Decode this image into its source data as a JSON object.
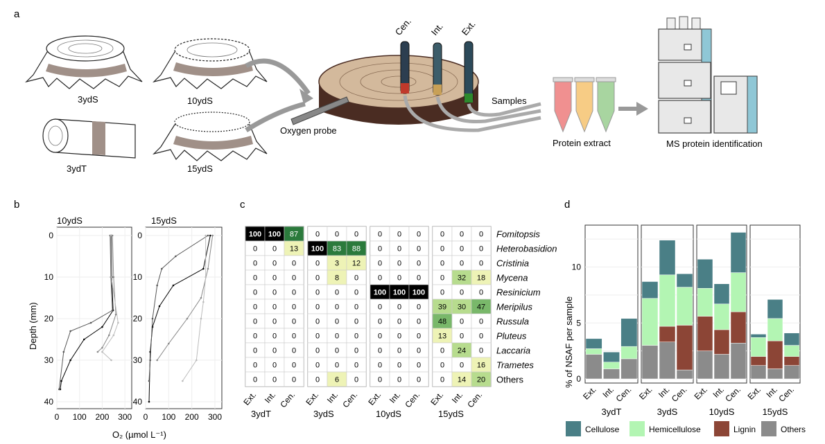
{
  "panels": {
    "a": {
      "letter": "a",
      "stumps": [
        "3ydS",
        "10ydS",
        "3ydT",
        "15ydS"
      ],
      "probe_label": "Oxygen probe",
      "core_labels": [
        "Cen.",
        "Int.",
        "Ext."
      ],
      "samples_label": "Samples",
      "protein_label": "Protein extract",
      "ms_label": "MS protein identification"
    },
    "b": {
      "letter": "b",
      "plot_titles": [
        "10ydS",
        "15ydS"
      ],
      "ylabel": "Depth (mm)",
      "xlabel": "O₂ (µmol L⁻¹)",
      "y_ticks": [
        "0",
        "10",
        "20",
        "30",
        "40"
      ],
      "x_ticks": [
        "0",
        "100",
        "200",
        "300"
      ]
    },
    "c": {
      "letter": "c",
      "groups": [
        "3ydT",
        "3ydS",
        "10ydS",
        "15ydS"
      ],
      "columns": [
        "Ext.",
        "Int.",
        "Cen."
      ]
    },
    "d": {
      "letter": "d",
      "ylabel": "% of NSAF per sample",
      "y_ticks": [
        "0",
        "5",
        "10"
      ],
      "groups": [
        "3ydT",
        "3ydS",
        "10ydS",
        "15ydS"
      ],
      "columns": [
        "Ext.",
        "Int.",
        "Cen."
      ],
      "legend": [
        {
          "name": "Cellulose",
          "color": "#4a7f86"
        },
        {
          "name": "Hemicellulose",
          "color": "#b3f5b3"
        },
        {
          "name": "Lignin",
          "color": "#8c4536"
        },
        {
          "name": "Others",
          "color": "#8b8b8b"
        }
      ]
    }
  },
  "chart_data": [
    {
      "type": "line",
      "title": "10ydS",
      "xlabel": "O₂ (µmol L⁻¹)",
      "ylabel": "Depth (mm)",
      "xlim": [
        0,
        330
      ],
      "ylim": [
        40,
        0
      ],
      "series": [
        {
          "color": "#000000",
          "points": [
            [
              240,
              0
            ],
            [
              242,
              10
            ],
            [
              248,
              18
            ],
            [
              200,
              22
            ],
            [
              120,
              25
            ],
            [
              60,
              30
            ],
            [
              20,
              35
            ],
            [
              15,
              37
            ]
          ]
        },
        {
          "color": "#555555",
          "points": [
            [
              235,
              0
            ],
            [
              238,
              10
            ],
            [
              245,
              18
            ],
            [
              150,
              21
            ],
            [
              60,
              23
            ],
            [
              30,
              28
            ],
            [
              10,
              37
            ]
          ]
        },
        {
          "color": "#888888",
          "points": [
            [
              245,
              0
            ],
            [
              250,
              10
            ],
            [
              260,
              19
            ],
            [
              230,
              24
            ],
            [
              200,
              27
            ],
            [
              180,
              28
            ]
          ]
        },
        {
          "color": "#bbbbbb",
          "points": [
            [
              238,
              0
            ],
            [
              240,
              10
            ],
            [
              270,
              21
            ],
            [
              250,
              24
            ],
            [
              200,
              28
            ],
            [
              240,
              30
            ]
          ]
        }
      ]
    },
    {
      "type": "line",
      "title": "15ydS",
      "xlabel": "O₂ (µmol L⁻¹)",
      "ylabel": "Depth (mm)",
      "xlim": [
        0,
        330
      ],
      "ylim": [
        40,
        0
      ],
      "series": [
        {
          "color": "#000000",
          "points": [
            [
              280,
              0
            ],
            [
              250,
              8
            ],
            [
              120,
              12
            ],
            [
              60,
              17
            ],
            [
              30,
              22
            ],
            [
              20,
              28
            ],
            [
              15,
              40
            ]
          ]
        },
        {
          "color": "#555555",
          "points": [
            [
              270,
              0
            ],
            [
              130,
              5
            ],
            [
              70,
              8
            ],
            [
              50,
              12
            ],
            [
              30,
              20
            ],
            [
              20,
              30
            ],
            [
              15,
              35
            ]
          ]
        },
        {
          "color": "#888888",
          "points": [
            [
              290,
              0
            ],
            [
              270,
              8
            ],
            [
              240,
              15
            ],
            [
              180,
              20
            ],
            [
              100,
              26
            ],
            [
              50,
              30
            ]
          ]
        },
        {
          "color": "#bbbbbb",
          "points": [
            [
              260,
              0
            ],
            [
              260,
              10
            ],
            [
              250,
              16
            ],
            [
              240,
              20
            ],
            [
              220,
              30
            ],
            [
              160,
              35
            ]
          ]
        }
      ]
    },
    {
      "type": "heatmap",
      "columns": [
        "Ext.",
        "Int.",
        "Cen."
      ],
      "groups": [
        "3ydT",
        "3ydS",
        "10ydS",
        "15ydS"
      ],
      "rows": [
        "Fomitopsis",
        "Heterobasidion",
        "Cristinia",
        "Mycena",
        "Resinicium",
        "Meripilus",
        "Russula",
        "Pluteus",
        "Laccaria",
        "Trametes",
        "Others"
      ],
      "italic_rows": [
        true,
        true,
        true,
        true,
        true,
        true,
        true,
        true,
        true,
        true,
        false
      ],
      "values": [
        [
          [
            100,
            100,
            87
          ],
          [
            0,
            0,
            0
          ],
          [
            0,
            0,
            0
          ],
          [
            0,
            0,
            0
          ]
        ],
        [
          [
            0,
            0,
            13
          ],
          [
            100,
            83,
            88
          ],
          [
            0,
            0,
            0
          ],
          [
            0,
            0,
            0
          ]
        ],
        [
          [
            0,
            0,
            0
          ],
          [
            0,
            3,
            12
          ],
          [
            0,
            0,
            0
          ],
          [
            0,
            0,
            0
          ]
        ],
        [
          [
            0,
            0,
            0
          ],
          [
            0,
            8,
            0
          ],
          [
            0,
            0,
            0
          ],
          [
            0,
            32,
            18
          ]
        ],
        [
          [
            0,
            0,
            0
          ],
          [
            0,
            0,
            0
          ],
          [
            100,
            100,
            100
          ],
          [
            0,
            0,
            0
          ]
        ],
        [
          [
            0,
            0,
            0
          ],
          [
            0,
            0,
            0
          ],
          [
            0,
            0,
            0
          ],
          [
            39,
            30,
            47
          ]
        ],
        [
          [
            0,
            0,
            0
          ],
          [
            0,
            0,
            0
          ],
          [
            0,
            0,
            0
          ],
          [
            48,
            0,
            0
          ]
        ],
        [
          [
            0,
            0,
            0
          ],
          [
            0,
            0,
            0
          ],
          [
            0,
            0,
            0
          ],
          [
            13,
            0,
            0
          ]
        ],
        [
          [
            0,
            0,
            0
          ],
          [
            0,
            0,
            0
          ],
          [
            0,
            0,
            0
          ],
          [
            0,
            24,
            0
          ]
        ],
        [
          [
            0,
            0,
            0
          ],
          [
            0,
            0,
            0
          ],
          [
            0,
            0,
            0
          ],
          [
            0,
            0,
            16
          ]
        ],
        [
          [
            0,
            0,
            0
          ],
          [
            0,
            6,
            0
          ],
          [
            0,
            0,
            0
          ],
          [
            0,
            14,
            20
          ]
        ]
      ]
    },
    {
      "type": "bar",
      "stacked": true,
      "ylabel": "% of NSAF per sample",
      "ylim": [
        0,
        13.5
      ],
      "groups": [
        "3ydT",
        "3ydS",
        "10ydS",
        "15ydS"
      ],
      "categories": [
        "Ext.",
        "Int.",
        "Cen."
      ],
      "series": [
        {
          "name": "Others",
          "values": [
            [
              2.2,
              0.9,
              1.8
            ],
            [
              3.0,
              3.3,
              0.8
            ],
            [
              2.5,
              2.2,
              3.2
            ],
            [
              1.2,
              0.9,
              1.2
            ]
          ]
        },
        {
          "name": "Lignin",
          "values": [
            [
              0,
              0,
              0
            ],
            [
              0,
              1.4,
              4.0
            ],
            [
              3.1,
              2.2,
              2.8
            ],
            [
              0.8,
              2.5,
              0.8
            ]
          ]
        },
        {
          "name": "Hemicellulose",
          "values": [
            [
              0.5,
              0.6,
              1.1
            ],
            [
              4.2,
              4.6,
              3.4
            ],
            [
              2.5,
              2.3,
              3.5
            ],
            [
              1.7,
              2.0,
              1.0
            ]
          ]
        },
        {
          "name": "Cellulose",
          "values": [
            [
              0.9,
              0.9,
              2.5
            ],
            [
              1.5,
              3.1,
              1.2
            ],
            [
              2.6,
              1.8,
              3.6
            ],
            [
              0.3,
              1.7,
              1.1
            ]
          ]
        }
      ]
    }
  ]
}
